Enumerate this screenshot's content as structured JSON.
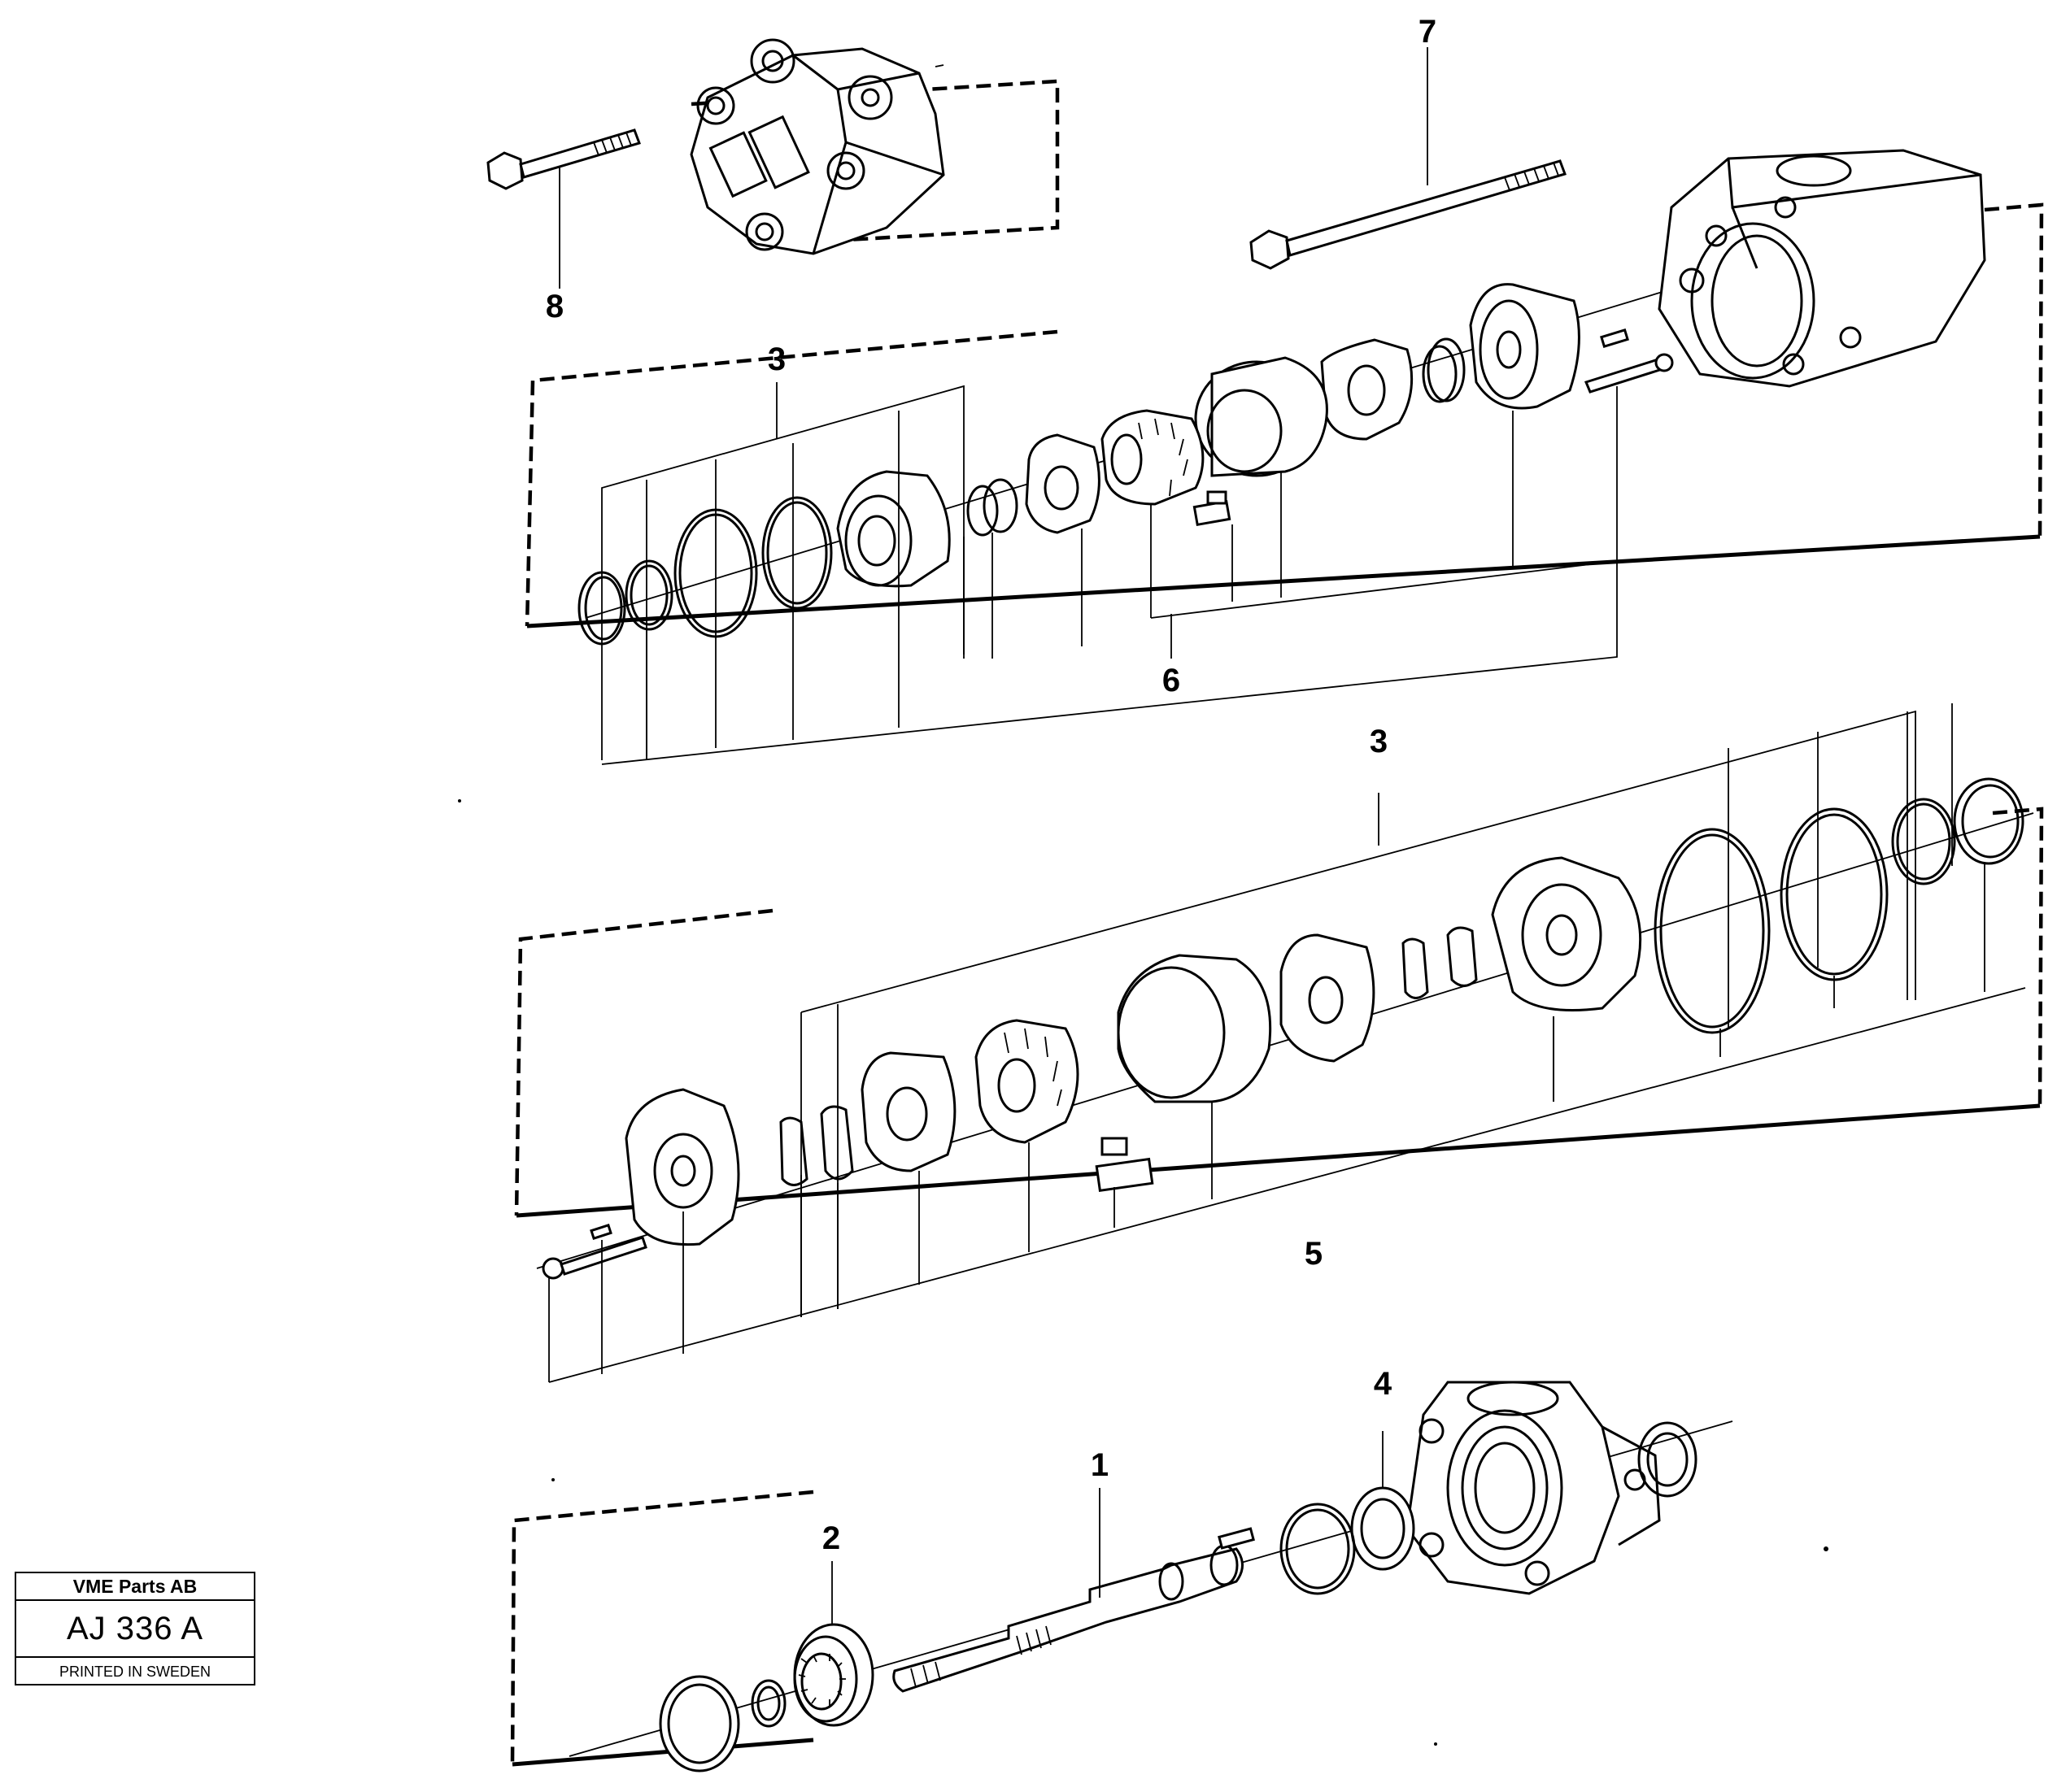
{
  "callouts": {
    "c1": "1",
    "c2": "2",
    "c3a": "3",
    "c3b": "3",
    "c4": "4",
    "c5": "5",
    "c6": "6",
    "c7": "7",
    "c8": "8"
  },
  "stamp": {
    "company": "VME Parts AB",
    "code": "AJ 336 A",
    "printed": "PRINTED IN SWEDEN"
  }
}
